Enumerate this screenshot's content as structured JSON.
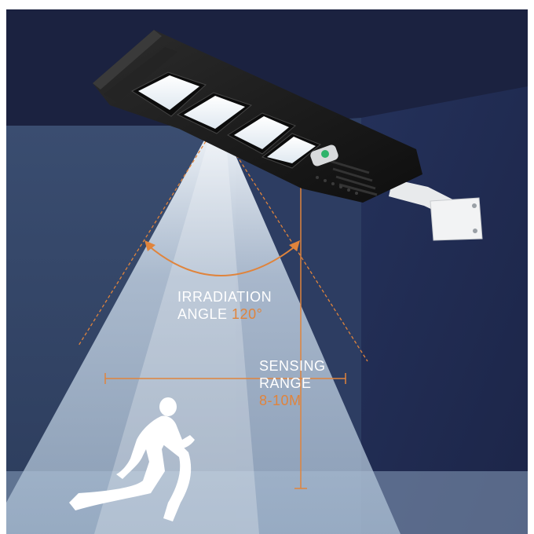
{
  "irradiation": {
    "line1": "IRRADIATION",
    "line2_prefix": "ANGLE",
    "angle_value": "120°"
  },
  "sensing": {
    "line1": "SENSING",
    "line2": "RANGE",
    "range_value": "8-10M"
  },
  "colors": {
    "accent": "#e0843c",
    "wall": "#2a3a5c",
    "ceiling": "#1b2240",
    "beam": "#c9d8e8",
    "lamp_body": "#1a1a1a"
  }
}
